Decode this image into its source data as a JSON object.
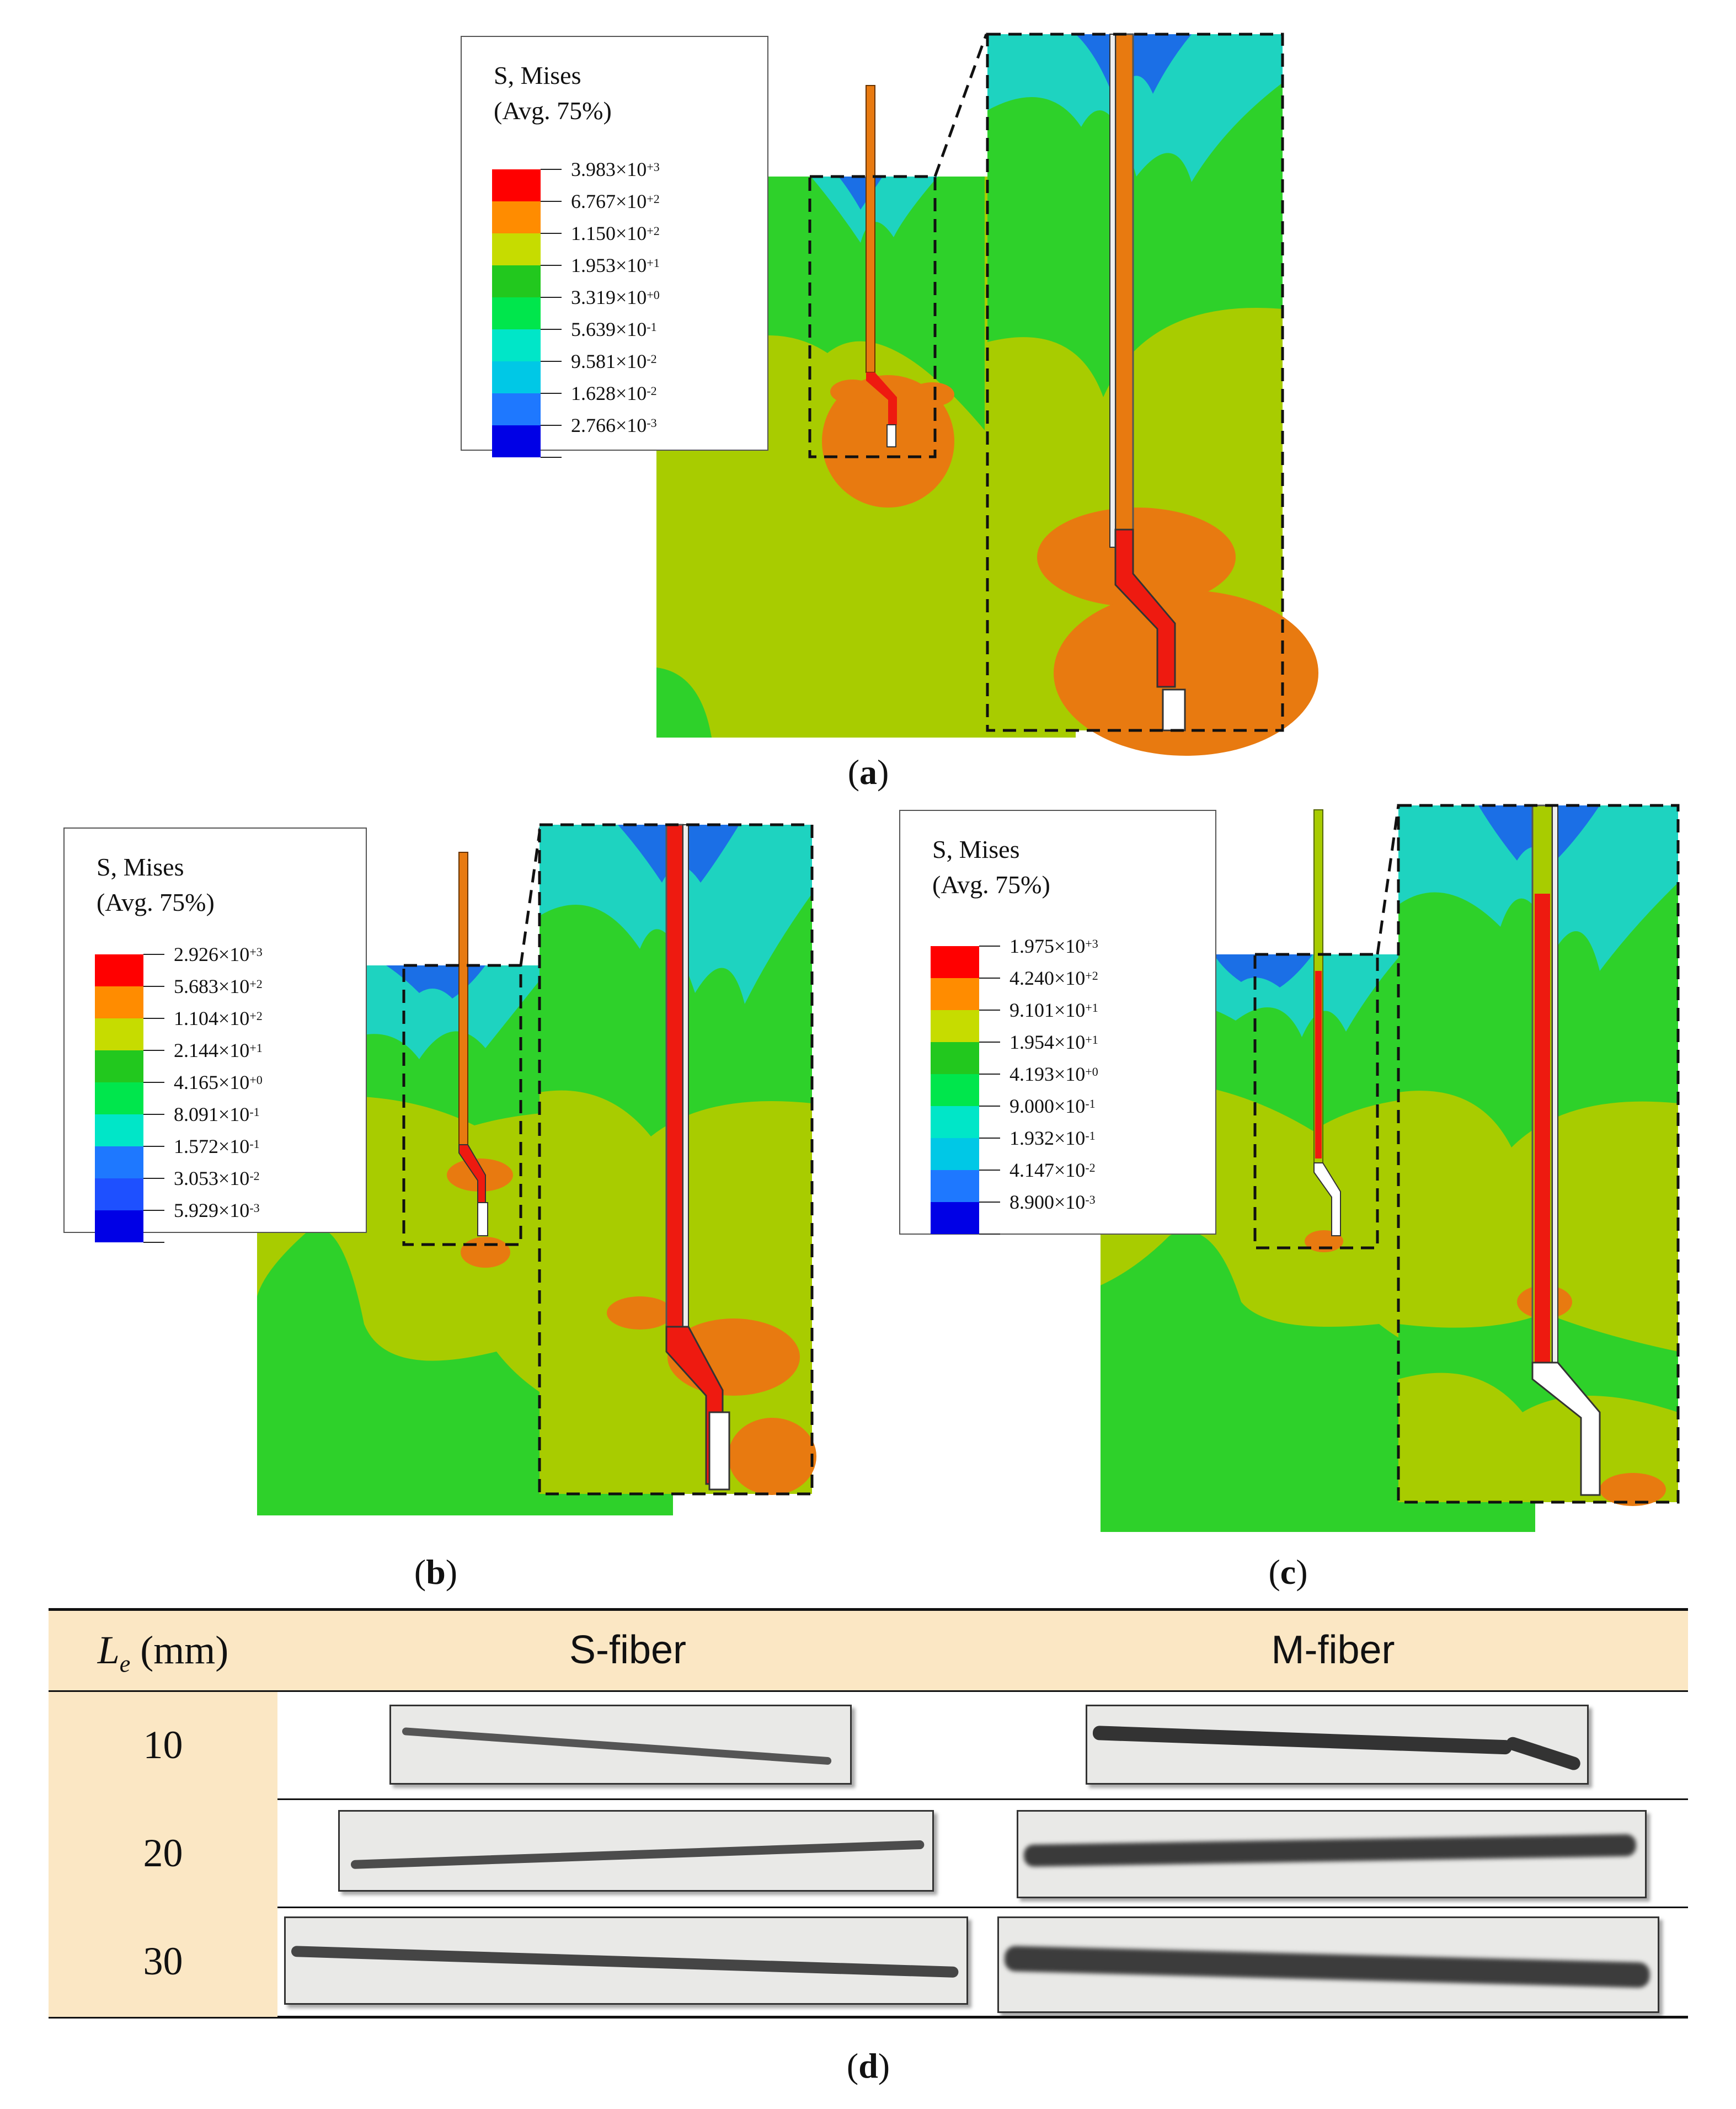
{
  "panels": {
    "a": {
      "caption_label": "a",
      "legend": {
        "title_line1": "S, Mises",
        "title_line2": "(Avg. 75%)",
        "entries": [
          {
            "mant": "3.983×10",
            "exp": "+3",
            "color": "#ff0000"
          },
          {
            "mant": "6.767×10",
            "exp": "+2",
            "color": "#ff8c00"
          },
          {
            "mant": "1.150×10",
            "exp": "+2",
            "color": "#c6dc00"
          },
          {
            "mant": "1.953×10",
            "exp": "+1",
            "color": "#22c81e"
          },
          {
            "mant": "3.319×10",
            "exp": "+0",
            "color": "#00e64c"
          },
          {
            "mant": "5.639×10",
            "exp": "-1",
            "color": "#00e6c8"
          },
          {
            "mant": "9.581×10",
            "exp": "-2",
            "color": "#00c8e6"
          },
          {
            "mant": "1.628×10",
            "exp": "-2",
            "color": "#1e78ff"
          },
          {
            "mant": "2.766×10",
            "exp": "-3",
            "color": "#0000e6"
          }
        ]
      }
    },
    "b": {
      "caption_label": "b",
      "legend": {
        "title_line1": "S, Mises",
        "title_line2": "(Avg. 75%)",
        "entries": [
          {
            "mant": "2.926×10",
            "exp": "+3",
            "color": "#ff0000"
          },
          {
            "mant": "5.683×10",
            "exp": "+2",
            "color": "#ff8c00"
          },
          {
            "mant": "1.104×10",
            "exp": "+2",
            "color": "#c6dc00"
          },
          {
            "mant": "2.144×10",
            "exp": "+1",
            "color": "#22c81e"
          },
          {
            "mant": "4.165×10",
            "exp": "+0",
            "color": "#00e64c"
          },
          {
            "mant": "8.091×10",
            "exp": "-1",
            "color": "#00e6c8"
          },
          {
            "mant": "1.572×10",
            "exp": "-1",
            "color": "#1e78ff"
          },
          {
            "mant": "3.053×10",
            "exp": "-2",
            "color": "#1e50ff"
          },
          {
            "mant": "5.929×10",
            "exp": "-3",
            "color": "#0000e6"
          }
        ]
      }
    },
    "c": {
      "caption_label": "c",
      "legend": {
        "title_line1": "S, Mises",
        "title_line2": "(Avg. 75%)",
        "entries": [
          {
            "mant": "1.975×10",
            "exp": "+3",
            "color": "#ff0000"
          },
          {
            "mant": "4.240×10",
            "exp": "+2",
            "color": "#ff8c00"
          },
          {
            "mant": "9.101×10",
            "exp": "+1",
            "color": "#c6dc00"
          },
          {
            "mant": "1.954×10",
            "exp": "+1",
            "color": "#22c81e"
          },
          {
            "mant": "4.193×10",
            "exp": "+0",
            "color": "#00e64c"
          },
          {
            "mant": "9.000×10",
            "exp": "-1",
            "color": "#00e6c8"
          },
          {
            "mant": "1.932×10",
            "exp": "-1",
            "color": "#00c8e6"
          },
          {
            "mant": "4.147×10",
            "exp": "-2",
            "color": "#1e78ff"
          },
          {
            "mant": "8.900×10",
            "exp": "-3",
            "color": "#0000e6"
          }
        ]
      }
    },
    "d": {
      "caption_label": "d"
    }
  },
  "table": {
    "header_le_symbol": "L",
    "header_le_sub": "e",
    "header_le_unit": " (mm)",
    "header_s": "S-fiber",
    "header_m": "M-fiber",
    "rows": [
      {
        "le": "10"
      },
      {
        "le": "20"
      },
      {
        "le": "30"
      }
    ]
  },
  "colors": {
    "concrete_yellowgreen": "#a8cc00",
    "concrete_green": "#2ed12a",
    "cyan": "#1ed3c0",
    "blue": "#1b6fe6",
    "fiber_orange": "#e87a10",
    "stress_red": "#ee1a10",
    "table_header": "#fbe7c4"
  }
}
